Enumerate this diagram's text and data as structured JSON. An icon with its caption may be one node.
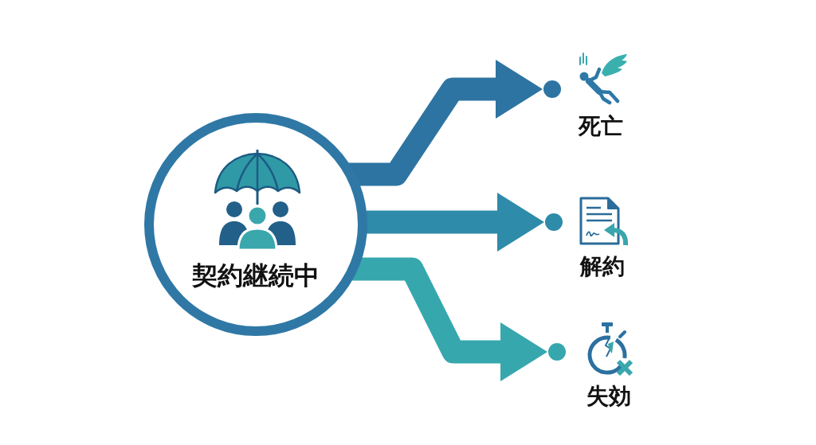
{
  "diagram": {
    "nodes": [
      {
        "text": [
          "契約継続中"
        ]
      },
      {
        "text": [
          "死亡"
        ]
      },
      {
        "text": [
          "解約"
        ]
      },
      {
        "text": [
          "失効"
        ]
      }
    ],
    "edges": [
      {
        "from": 0,
        "to": 1,
        "arrow": "to",
        "color": "#2d74a2"
      },
      {
        "from": 0,
        "to": 2,
        "arrow": "to",
        "color": "#2e8ba9"
      },
      {
        "from": 0,
        "to": 3,
        "arrow": "to",
        "color": "#37a7ae"
      }
    ]
  }
}
